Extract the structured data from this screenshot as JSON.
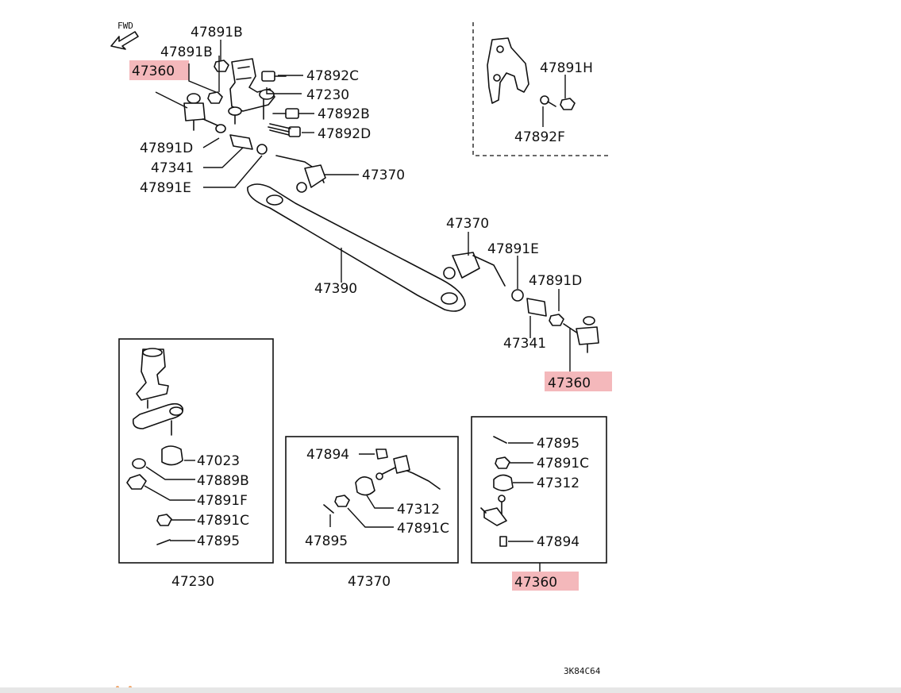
{
  "diagram": {
    "fwd_label": "FWD",
    "diagram_code": "3K84C64",
    "highlight_color": "#f4b8bb",
    "main_labels": {
      "p_47891B_top": "47891B",
      "p_47891B_left": "47891B",
      "p_47360_top": "47360",
      "p_47892C": "47892C",
      "p_47230": "47230",
      "p_47892B": "47892B",
      "p_47892D": "47892D",
      "p_47891D_left": "47891D",
      "p_47341_left": "47341",
      "p_47891E_left": "47891E",
      "p_47370_left": "47370",
      "p_47390": "47390",
      "p_47370_right": "47370",
      "p_47891E_right": "47891E",
      "p_47891D_right": "47891D",
      "p_47341_right": "47341",
      "p_47360_right": "47360"
    },
    "inset_labels": {
      "p_47891H": "47891H",
      "p_47892F": "47892F"
    },
    "detail_47230": {
      "title": "47230",
      "items": [
        "47023",
        "47889B",
        "47891F",
        "47891C",
        "47895"
      ]
    },
    "detail_47370": {
      "title": "47370",
      "items": [
        "47894",
        "47312",
        "47891C",
        "47895"
      ]
    },
    "detail_47360": {
      "title": "47360",
      "items": [
        "47895",
        "47891C",
        "47312",
        "47894"
      ]
    }
  }
}
